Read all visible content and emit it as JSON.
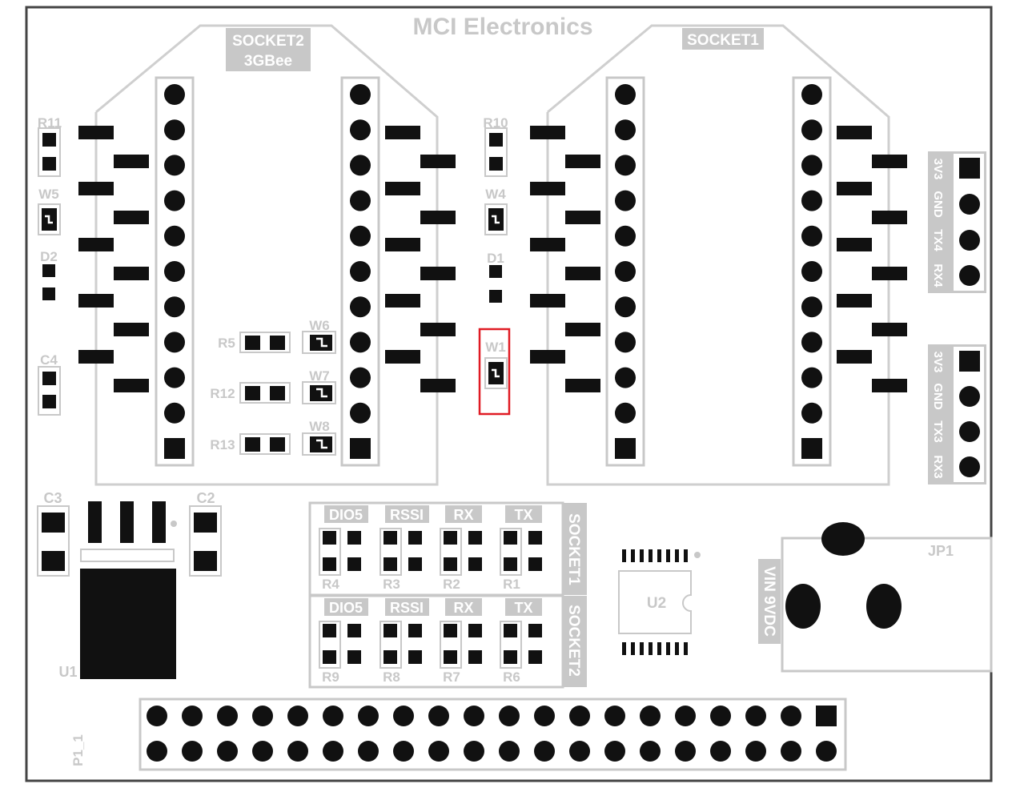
{
  "board": {
    "title": "MCI Electronics",
    "colors": {
      "outline": "#cfcfcf",
      "pad": "#111111",
      "text": "#c8c8c8",
      "label_box": "#c8c8c8",
      "highlight": "#e01b24",
      "board_edge": "#444444"
    }
  },
  "sockets": {
    "socket2_name": "SOCKET2",
    "socket2_sub": "3GBee",
    "socket1_name": "SOCKET1"
  },
  "components": {
    "r11": "R11",
    "w5": "W5",
    "d2": "D2",
    "c4": "C4",
    "r10": "R10",
    "w4": "W4",
    "d1": "D1",
    "w1": "W1",
    "r5": "R5",
    "r12": "R12",
    "r13": "R13",
    "w6": "W6",
    "w7": "W7",
    "w8": "W8",
    "c3": "C3",
    "c2": "C2",
    "u1": "U1",
    "u2": "U2",
    "jp1": "JP1",
    "p1": "P1_1"
  },
  "headers": {
    "uart4": [
      "3V3",
      "GND",
      "TX4",
      "RX4"
    ],
    "uart3": [
      "3V3",
      "GND",
      "TX3",
      "RX3"
    ],
    "power_label": "VIN 9VDC"
  },
  "led_block_top": {
    "side_label": "SOCKET1",
    "headers": [
      "DIO5",
      "RSSI",
      "RX",
      "TX"
    ],
    "resistors": [
      "R4",
      "R3",
      "R2",
      "R1"
    ]
  },
  "led_block_bottom": {
    "side_label": "SOCKET2",
    "headers": [
      "DIO5",
      "RSSI",
      "RX",
      "TX"
    ],
    "resistors": [
      "R9",
      "R8",
      "R7",
      "R6"
    ]
  },
  "selection": {
    "target": "W1"
  }
}
